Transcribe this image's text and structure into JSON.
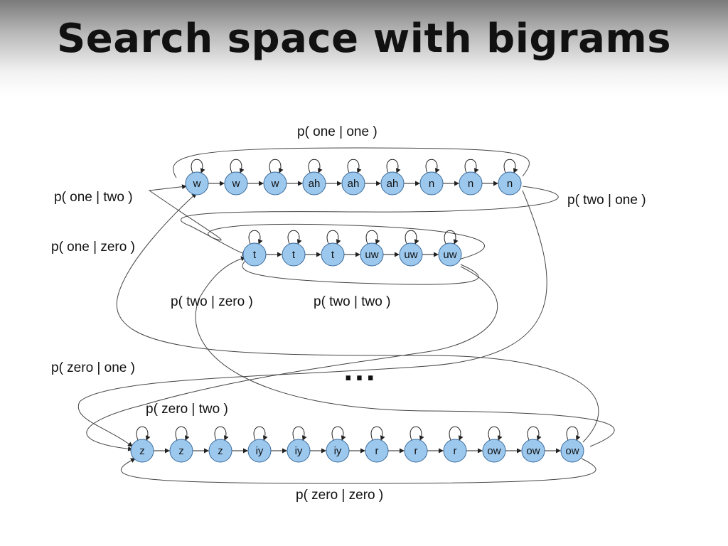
{
  "slide": {
    "title": "Search space with bigrams"
  },
  "words": [
    {
      "word": "one",
      "phones": [
        "w",
        "w",
        "w",
        "ah",
        "ah",
        "ah",
        "n",
        "n",
        "n"
      ]
    },
    {
      "word": "two",
      "phones": [
        "t",
        "t",
        "t",
        "uw",
        "uw",
        "uw"
      ]
    },
    {
      "word": "zero",
      "phones": [
        "z",
        "z",
        "z",
        "iy",
        "iy",
        "iy",
        "r",
        "r",
        "r",
        "ow",
        "ow",
        "ow"
      ]
    }
  ],
  "transitions": {
    "one_one": "p( one | one )",
    "one_two": "p( one | two )",
    "two_one": "p( two | one )",
    "one_zero": "p( one | zero )",
    "two_zero": "p( two | zero )",
    "two_two": "p( two | two )",
    "zero_one": "p( zero | one )",
    "zero_two": "p( zero | two )",
    "zero_zero": "p( zero | zero )"
  },
  "ellipsis": "...",
  "colors": {
    "node_fill": "#9cc8ee",
    "node_stroke": "#3a6a9a",
    "title": "#111111"
  }
}
